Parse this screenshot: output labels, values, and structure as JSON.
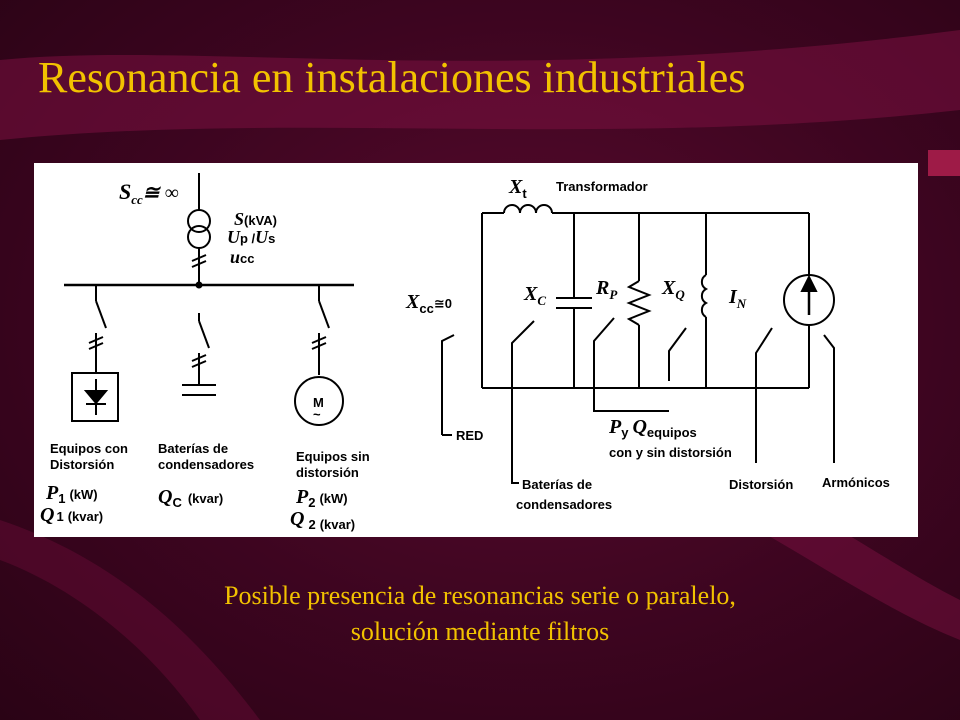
{
  "slide": {
    "title": "Resonancia en instalaciones industriales",
    "caption_line1": "Posible presencia de resonancias serie o paralelo,",
    "caption_line2": "solución mediante filtros"
  },
  "diagram": {
    "scc": "S",
    "scc_sub": "cc",
    "scc_val": "≅ ∞",
    "s_kva": "S",
    "s_kva_unit": "(kVA)",
    "up_us": "U",
    "up_us_rest": "p /",
    "us_u": "U",
    "us_rest": "s",
    "ucc": "u",
    "ucc_sub": "cc",
    "motor_m": "M",
    "motor_tilde": "~",
    "eq1_line1": "Equipos con",
    "eq1_line2": "Distorsión",
    "p1": "P",
    "p1_sub": "1",
    "p1_unit": "(kW)",
    "q1": "Q",
    "q1_sub": "1",
    "q1_unit": "(kvar)",
    "bat_line1": "Baterías de",
    "bat_line2": "condensadores",
    "qc": "Q",
    "qc_sub": "C",
    "qc_unit": "(kvar)",
    "eq2_line1": "Equipos sin",
    "eq2_line2": "distorsión",
    "p2": "P",
    "p2_sub": "2",
    "p2_unit": "(kW)",
    "q2": "Q",
    "q2_sub": "2",
    "q2_unit": "(kvar)",
    "xt": "X",
    "xt_sub": "t",
    "transformador": "Transformador",
    "xcc": "X",
    "xcc_sub": "cc",
    "xcc_val": "≅0",
    "xc": "X",
    "xc_sub": "C",
    "rp": "R",
    "rp_sub": "P",
    "xq": "X",
    "xq_sub": "Q",
    "in": "I",
    "in_sub": "N",
    "red": "RED",
    "py": "P",
    "py_sub": "y",
    "qeq": "Q",
    "qeq_sub": "equipos",
    "con_sin": "con y sin distorsión",
    "bat2_line1": "Baterías de",
    "bat2_line2": "condensadores",
    "distorsion": "Distorsión",
    "armonicos": "Armónicos"
  }
}
